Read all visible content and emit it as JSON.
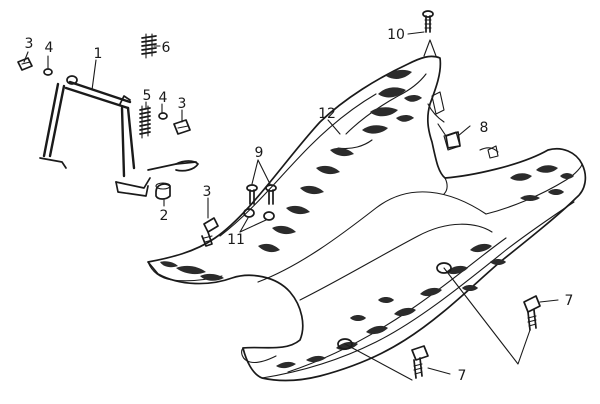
{
  "diagram": {
    "style": {
      "ink_color": "#1a1a1a",
      "background": "#ffffff"
    },
    "callouts": [
      {
        "id": "c1",
        "text": "1"
      },
      {
        "id": "c2",
        "text": "2"
      },
      {
        "id": "c3a",
        "text": "3"
      },
      {
        "id": "c3b",
        "text": "3"
      },
      {
        "id": "c3c",
        "text": "3"
      },
      {
        "id": "c4a",
        "text": "4"
      },
      {
        "id": "c4b",
        "text": "4"
      },
      {
        "id": "c5",
        "text": "5"
      },
      {
        "id": "c6",
        "text": "6"
      },
      {
        "id": "c7a",
        "text": "7"
      },
      {
        "id": "c7b",
        "text": "7"
      },
      {
        "id": "c8",
        "text": "8"
      },
      {
        "id": "c9",
        "text": "9"
      },
      {
        "id": "c10",
        "text": "10"
      },
      {
        "id": "c11",
        "text": "11"
      },
      {
        "id": "c12",
        "text": "12"
      }
    ]
  }
}
